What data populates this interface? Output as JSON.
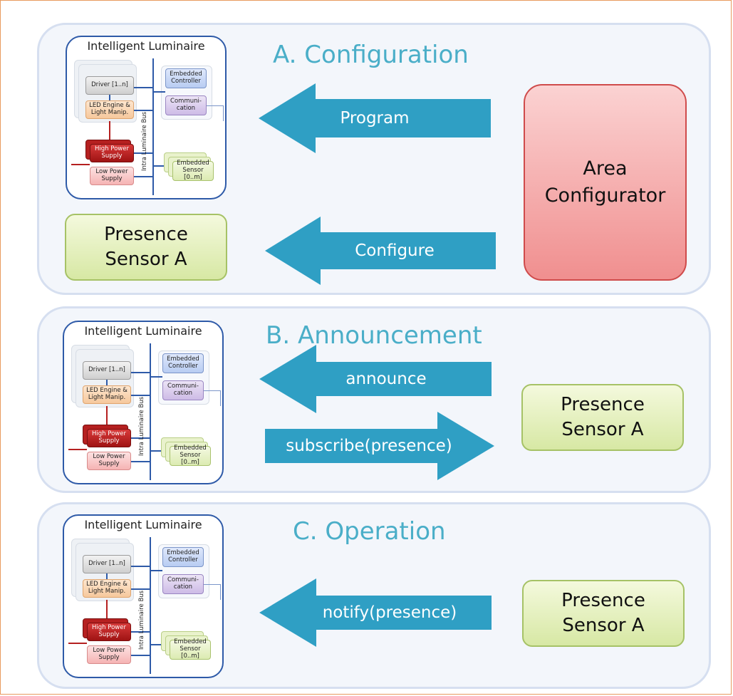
{
  "luminaire": {
    "title": "Intelligent Luminaire",
    "driver": "Driver [1..n]",
    "led": "LED Engine & Light Manip.",
    "high_power": "High Power Supply",
    "low_power": "Low Power Supply",
    "bus": "Intra Luminaire Bus",
    "controller": "Embedded Controller",
    "communication": "Communi-cation",
    "sensor": "Embedded Sensor [0..m]"
  },
  "panel_a": {
    "title": "A. Configuration",
    "arrow_program": "Program",
    "arrow_configure": "Configure",
    "presence_line1": "Presence",
    "presence_line2": "Sensor A",
    "area_line1": "Area",
    "area_line2": "Configurator"
  },
  "panel_b": {
    "title": "B. Announcement",
    "arrow_announce": "announce",
    "arrow_subscribe": "subscribe(presence)",
    "presence_line1": "Presence",
    "presence_line2": "Sensor A"
  },
  "panel_c": {
    "title": "C. Operation",
    "arrow_notify": "notify(presence)",
    "presence_line1": "Presence",
    "presence_line2": "Sensor A"
  },
  "colors": {
    "arrow": "#2f9fc4",
    "title": "#4aaec8",
    "panel_border": "#d6dff0",
    "presence_fill": "#d7e8a4",
    "area_fill": "#f08f8f"
  }
}
